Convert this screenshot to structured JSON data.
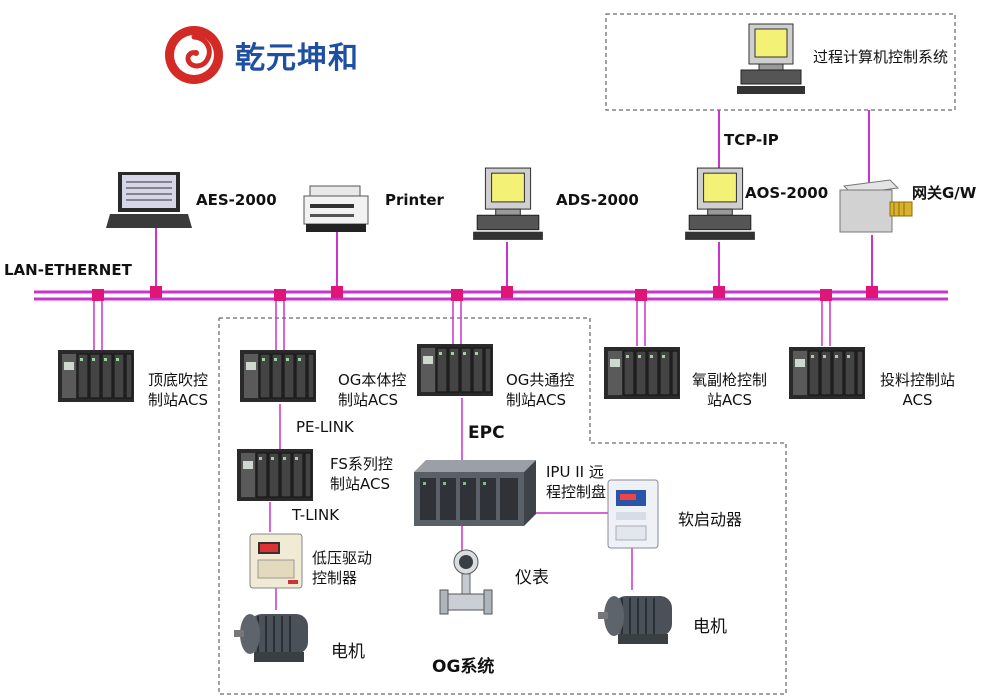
{
  "brand": {
    "name": "乾元坤和",
    "logo_color": "#d42a26",
    "text_color": "#1f4fa3"
  },
  "network": {
    "lan_label": "LAN-ETHERNET",
    "bus_color": "#cc33cc",
    "tap_color": "#e0157a"
  },
  "top_system": {
    "label": "过程计算机控制系统",
    "link_label": "TCP-IP"
  },
  "workstations": {
    "aes": "AES-2000",
    "printer": "Printer",
    "ads": "ADS-2000",
    "aos": "AOS-2000",
    "gateway": "网关G/W"
  },
  "stations": {
    "acs1": [
      "顶底吹控",
      "制站ACS"
    ],
    "acs2": [
      "OG本体控",
      "制站ACS"
    ],
    "acs3": [
      "OG共通控",
      "制站ACS"
    ],
    "acs4": [
      "氧副枪控制",
      "站ACS"
    ],
    "acs5": [
      "投料控制站",
      "ACS"
    ],
    "fs": [
      "FS系列控",
      "制站ACS"
    ]
  },
  "og_system": {
    "pe_link": "PE-LINK",
    "t_link": "T-LINK",
    "epc": "EPC",
    "ipu": [
      "IPU II 远",
      "程控制盘"
    ],
    "softstart": "软启动器",
    "lowvolt": [
      "低压驱动",
      "控制器"
    ],
    "instrument": "仪表",
    "motor_left": "电机",
    "motor_right": "电机",
    "system_label": "OG系统"
  }
}
